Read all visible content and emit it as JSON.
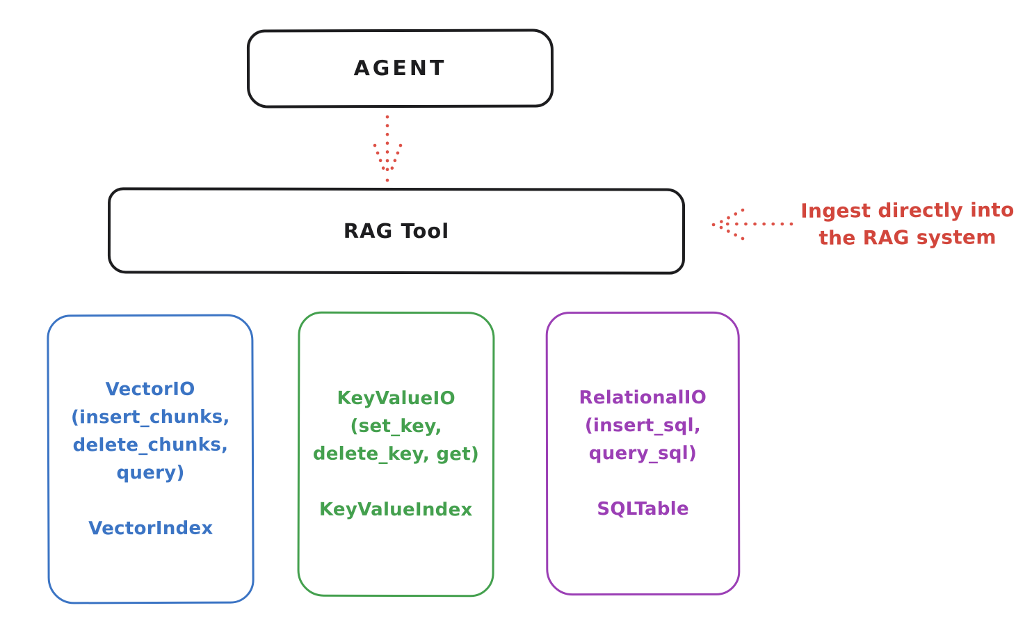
{
  "diagram": {
    "background": "#ffffff",
    "stroke_color": "#1d1d1f",
    "nodes": {
      "agent": {
        "label": "AGENT",
        "border_color": "#1d1d1f"
      },
      "rag_tool": {
        "label": "RAG Tool",
        "border_color": "#1d1d1f"
      },
      "vector_io": {
        "title": "VectorIO\n(insert_chunks,\ndelete_chunks,\nquery)",
        "index_label": "VectorIndex",
        "color": "#3b74c4"
      },
      "key_value_io": {
        "title": "KeyValueIO\n(set_key,\ndelete_key, get)",
        "index_label": "KeyValueIndex",
        "color": "#44a04e"
      },
      "relational_io": {
        "title": "RelationalIO\n(insert_sql,\nquery_sql)",
        "index_label": "SQLTable",
        "color": "#9b3fb5"
      }
    },
    "annotation": {
      "text": "Ingest directly into\nthe RAG system",
      "color": "#d2463c"
    },
    "arrows": [
      {
        "name": "agent-to-rag-tool",
        "style": "dotted",
        "direction": "down",
        "color": "#dd5147"
      },
      {
        "name": "ingest-into-rag-tool",
        "style": "dotted",
        "direction": "left",
        "color": "#dd5147"
      }
    ]
  }
}
